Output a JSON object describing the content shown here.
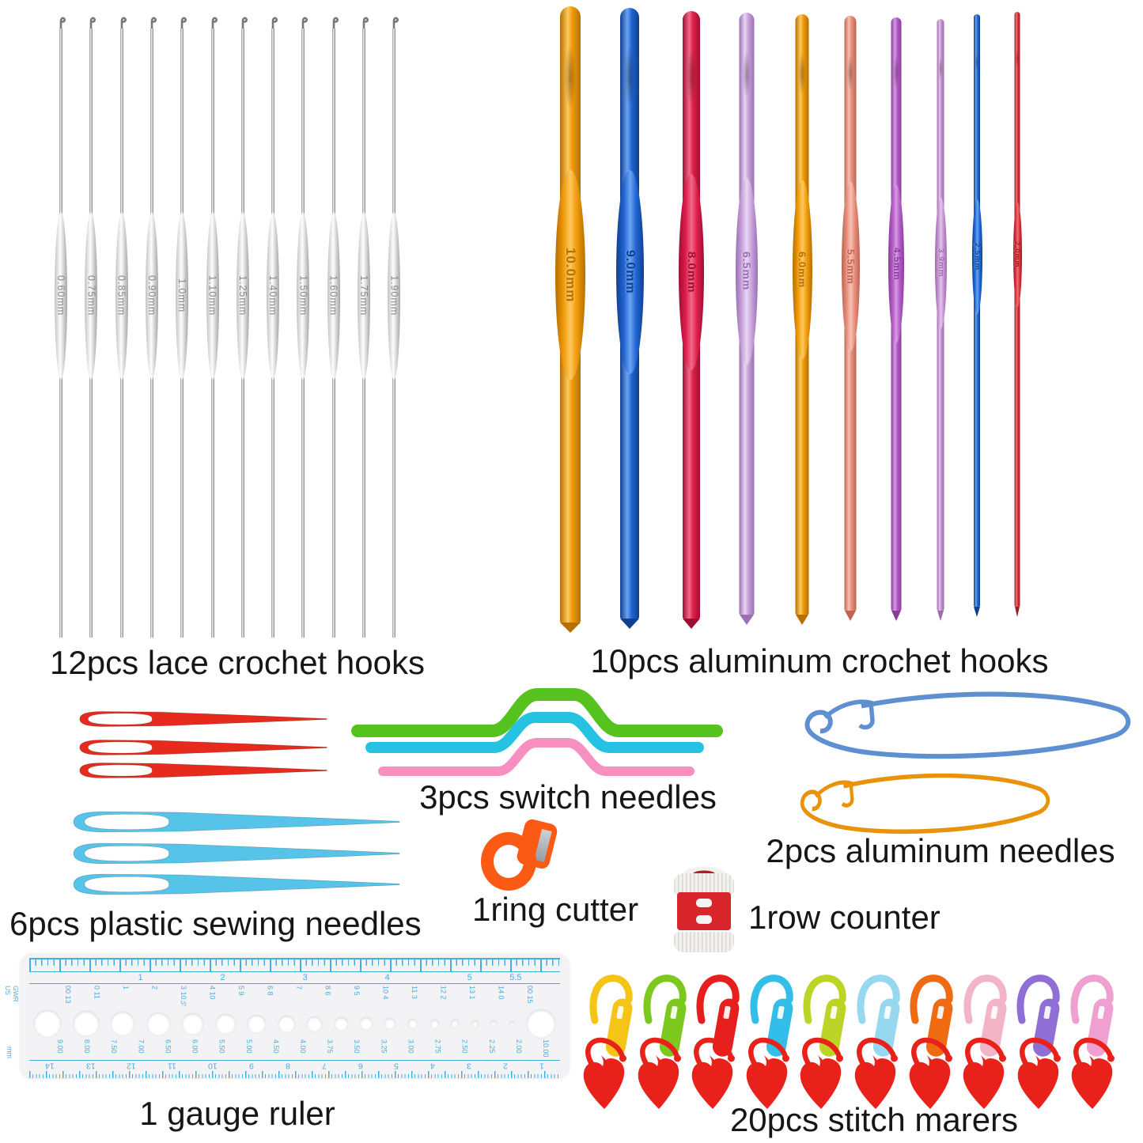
{
  "lace_hooks": {
    "caption": "12pcs lace crochet hooks",
    "sizes": [
      "0.60mm",
      "0.75mm",
      "0.85mm",
      "0.90mm",
      "1.0mm",
      "1.10mm",
      "1.25mm",
      "1.40mm",
      "1.50mm",
      "1.60mm",
      "1.75mm",
      "1.90mm"
    ]
  },
  "aluminum_hooks": {
    "caption": "10pcs aluminum crochet hooks",
    "items": [
      {
        "size": "10.0mm",
        "base": "#EF9A0A",
        "light": "#FFC95E",
        "dark": "#B56F02"
      },
      {
        "size": "9.0mm",
        "base": "#2065D2",
        "light": "#6AA4F2",
        "dark": "#123F8E"
      },
      {
        "size": "8.0mm",
        "base": "#DE1E4B",
        "light": "#F26A8C",
        "dark": "#9E0E31"
      },
      {
        "size": "6.5mm",
        "base": "#C7A3DB",
        "light": "#E9D6F4",
        "dark": "#9A6FB4"
      },
      {
        "size": "6.0mm",
        "base": "#EF9A0A",
        "light": "#FFC95E",
        "dark": "#B56F02"
      },
      {
        "size": "5.5mm",
        "base": "#E68E7C",
        "light": "#F8C0B2",
        "dark": "#BF6452"
      },
      {
        "size": "4.5mm",
        "base": "#B35CC6",
        "light": "#D89BE4",
        "dark": "#8A3C9C"
      },
      {
        "size": "3.9mm",
        "base": "#C493D1",
        "light": "#E5C6EE",
        "dark": "#9C6BAC"
      },
      {
        "size": "2.5mm",
        "base": "#1E68D8",
        "light": "#6AA4F2",
        "dark": "#12418E"
      },
      {
        "size": "2.0mm",
        "base": "#D6323C",
        "light": "#F07078",
        "dark": "#A01A24"
      }
    ]
  },
  "switch_needles": {
    "caption": "3pcs switch needles",
    "colors": [
      "#55C21E",
      "#26C2E2",
      "#F78FC0"
    ]
  },
  "sewing_needles": {
    "caption": "6pcs plastic sewing needles",
    "red_color": "#E62A1E",
    "blue_color": "#55C4E8"
  },
  "aluminum_needles": {
    "caption": "2pcs aluminum needles",
    "colors": [
      "#5E8FD0",
      "#E8930B"
    ]
  },
  "ring_cutter": {
    "caption": "1ring cutter",
    "color": "#FA5A14",
    "blade_color": "#969CA2"
  },
  "row_counter": {
    "caption": "1row counter",
    "body_color": "#D8252C",
    "cap_color": "#F3F1ED"
  },
  "gauge_ruler": {
    "caption": "1 gauge ruler",
    "accent": "#45AEDC",
    "brand": "GWR US",
    "inch_labels": [
      "1",
      "2",
      "3",
      "4",
      "5",
      "5.5"
    ],
    "us_sizes": [
      "00 13",
      "0 11",
      "1",
      "2",
      "3 10½",
      "4 10",
      "5 9",
      "6 8",
      "7",
      "8 6",
      "9 5",
      "10 4",
      "11 3",
      "12 2",
      "13 1",
      "14 0",
      "00 15"
    ],
    "mm_unit": "mm",
    "mm_sizes": [
      "9.00",
      "8.00",
      "7.50",
      "7.00",
      "6.50",
      "6.00",
      "5.50",
      "5.00",
      "4.50",
      "4.00",
      "3.75",
      "3.50",
      "3.25",
      "3.00",
      "2.75",
      "2.50",
      "2.25",
      "2.00",
      "10.00"
    ],
    "cm_labels": [
      "14",
      "13",
      "12",
      "11",
      "10",
      "9",
      "8",
      "7",
      "6",
      "5",
      "4",
      "3",
      "2",
      "1"
    ]
  },
  "stitch_markers": {
    "caption": "20pcs stitch marers",
    "lock_colors": [
      "#F4C416",
      "#7DC81E",
      "#E61E1E",
      "#32BEE8",
      "#BCD426",
      "#96D8F0",
      "#F06A12",
      "#F4B4C8",
      "#8F6ED6",
      "#F0A0D0"
    ],
    "heart_color": "#E8211A"
  }
}
